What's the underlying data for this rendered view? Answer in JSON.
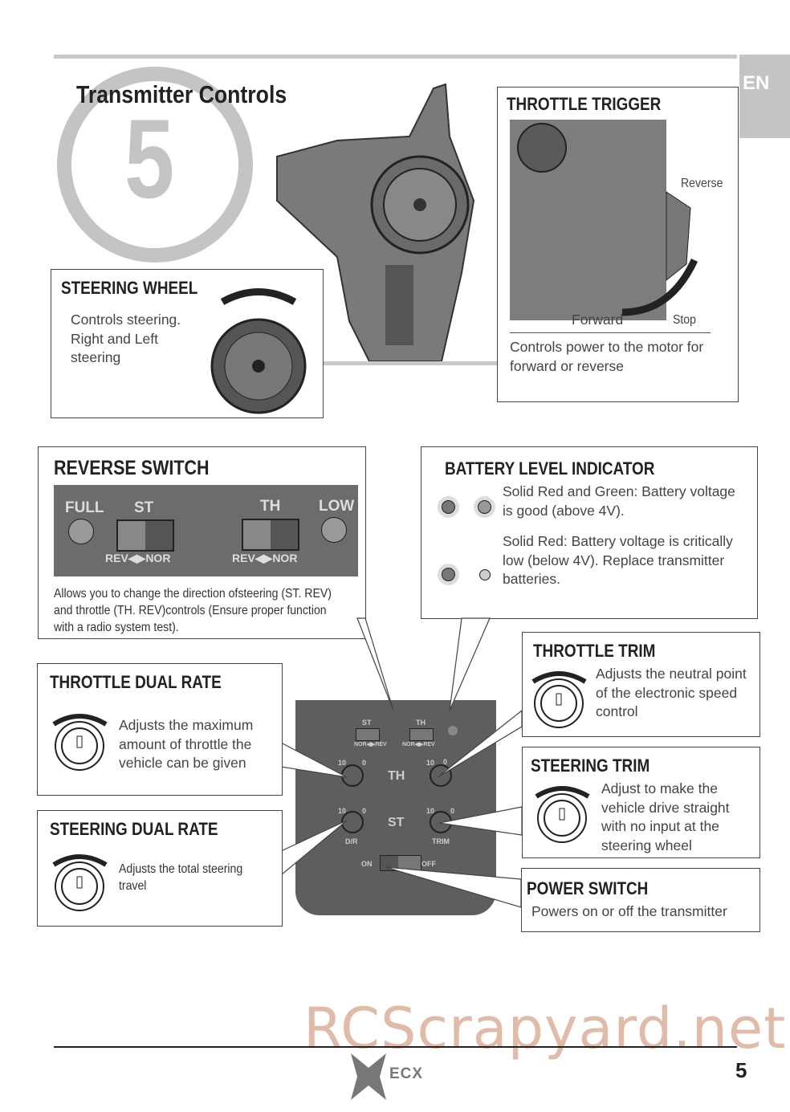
{
  "header": {
    "title": "Transmitter Controls",
    "section_number": "5",
    "language_tab": "EN"
  },
  "throttle_trigger": {
    "title": "THROTTLE TRIGGER",
    "labels": {
      "reverse": "Reverse",
      "forward": "Forward",
      "stop": "Stop"
    },
    "description": "Controls power to the motor for forward or reverse"
  },
  "steering_wheel": {
    "title": "STEERING WHEEL",
    "description": "Controls steering. Right and Left steering"
  },
  "reverse_switch": {
    "title": "REVERSE SWITCH",
    "panel": {
      "full": "FULL",
      "st": "ST",
      "th": "TH",
      "low": "LOW",
      "rev_nor_1": "REV◀▶NOR",
      "rev_nor_2": "REV◀▶NOR"
    },
    "description": "Allows you to change the direction ofsteering (ST. REV) and throttle (TH. REV)controls (Ensure proper function with a radio system test)."
  },
  "battery": {
    "title": "BATTERY LEVEL INDICATOR",
    "good": "Solid Red and Green: Battery voltage is good (above 4V).",
    "low": "Solid Red: Battery voltage is critically low (below 4V). Replace transmitter batteries."
  },
  "throttle_dual_rate": {
    "title": "THROTTLE DUAL RATE",
    "description": "Adjusts the maximum amount of throttle the vehicle can be given"
  },
  "throttle_trim": {
    "title": "THROTTLE TRIM",
    "description": "Adjusts the neutral point of the electronic speed control"
  },
  "steering_dual_rate": {
    "title": "STEERING DUAL RATE",
    "description": "Adjusts the total steering travel"
  },
  "steering_trim": {
    "title": "STEERING TRIM",
    "description": "Adjust to make the vehicle drive straight with no input at the steering wheel"
  },
  "power_switch": {
    "title": "POWER SWITCH",
    "description": "Powers on or off the transmitter"
  },
  "control_panel": {
    "st": "ST",
    "th": "TH",
    "nor_rev_1": "NOR◀▶REV",
    "nor_rev_2": "NOR◀▶REV",
    "ten_1": "10",
    "zero_1": "0",
    "ten_2": "10",
    "zero_2": "0",
    "ten_3": "10",
    "zero_3": "0",
    "ten_4": "10",
    "zero_4": "0",
    "th_big": "TH",
    "st_big": "ST",
    "dr": "D/R",
    "trim": "TRIM",
    "on": "ON",
    "off": "OFF"
  },
  "footer": {
    "brand": "ECX",
    "page_number": "5",
    "watermark": "RCScrapyard.net"
  }
}
